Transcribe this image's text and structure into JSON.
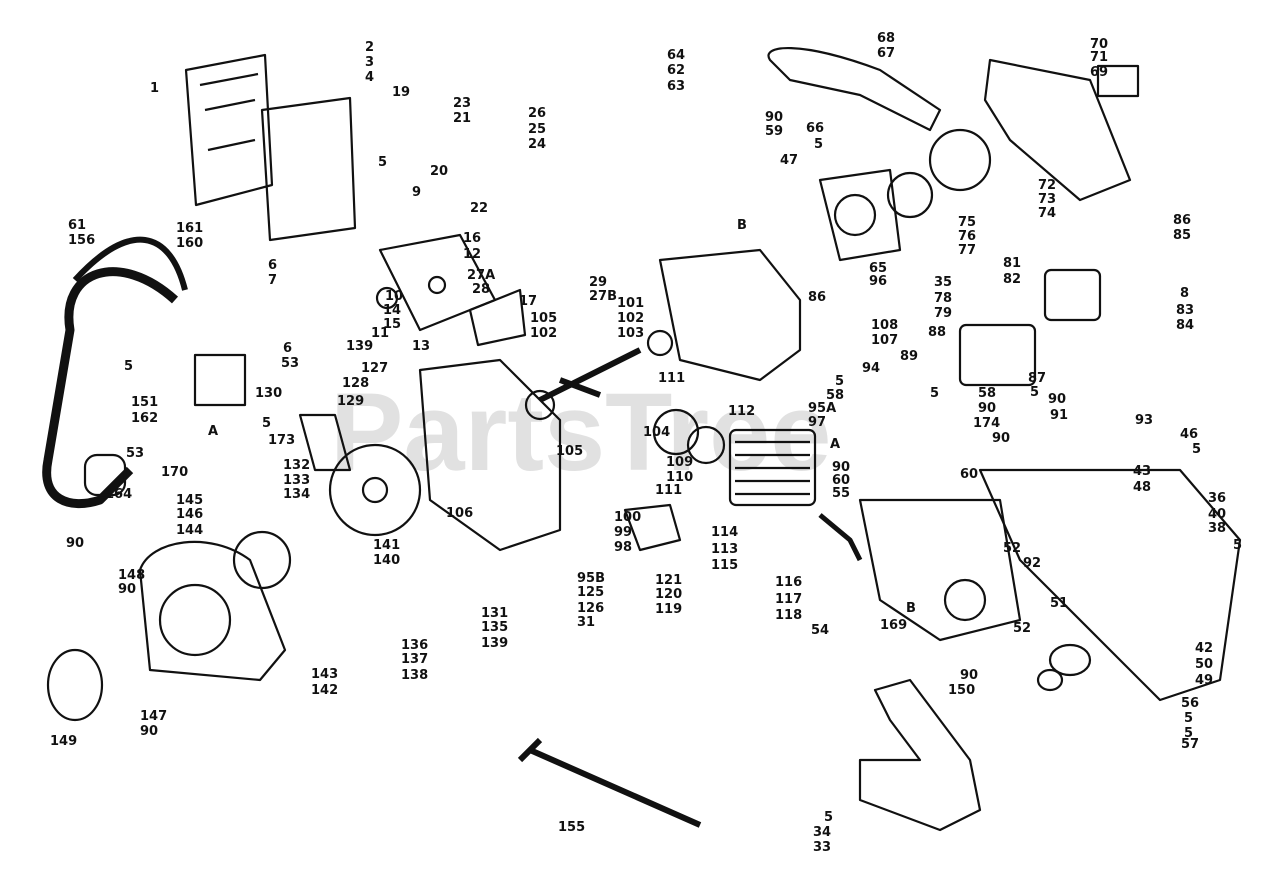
{
  "watermark": "PartsTree",
  "colors": {
    "ink": "#111111",
    "watermark": "#c9c9c9",
    "background": "#ffffff"
  },
  "labels": [
    "1",
    "2",
    "3",
    "4",
    "19",
    "23",
    "21",
    "26",
    "25",
    "24",
    "64",
    "62",
    "63",
    "68",
    "67",
    "70",
    "71",
    "69",
    "90",
    "59",
    "47",
    "66",
    "5",
    "72",
    "73",
    "74",
    "75",
    "76",
    "77",
    "5",
    "9",
    "20",
    "22",
    "161",
    "160",
    "61",
    "156",
    "16",
    "12",
    "6",
    "7",
    "10",
    "14",
    "15",
    "11",
    "139",
    "13",
    "17",
    "27A",
    "28",
    "29",
    "27B",
    "B",
    "65",
    "96",
    "35",
    "78",
    "79",
    "86",
    "85",
    "81",
    "82",
    "8",
    "83",
    "84",
    "101",
    "102",
    "103",
    "105",
    "102",
    "86",
    "108",
    "107",
    "88",
    "6",
    "53",
    "5",
    "127",
    "128",
    "130",
    "129",
    "5",
    "173",
    "A",
    "151",
    "162",
    "53",
    "170",
    "164",
    "90",
    "94",
    "89",
    "87",
    "5",
    "5",
    "58",
    "5",
    "58",
    "90",
    "174",
    "90",
    "90",
    "91",
    "93",
    "46",
    "5",
    "111",
    "112",
    "95A",
    "97",
    "104",
    "105",
    "109",
    "110",
    "111",
    "A",
    "90",
    "60",
    "60",
    "43",
    "48",
    "55",
    "36",
    "40",
    "38",
    "5",
    "106",
    "132",
    "133",
    "134",
    "145",
    "146",
    "144",
    "100",
    "99",
    "98",
    "114",
    "113",
    "115",
    "141",
    "140",
    "52",
    "92",
    "95B",
    "125",
    "126",
    "31",
    "121",
    "120",
    "119",
    "116",
    "117",
    "118",
    "54",
    "148",
    "90",
    "131",
    "135",
    "139",
    "136",
    "137",
    "138",
    "143",
    "142",
    "51",
    "52",
    "42",
    "50",
    "49",
    "169",
    "B",
    "90",
    "150",
    "56",
    "5",
    "5",
    "57",
    "147",
    "90",
    "149",
    "155",
    "5",
    "34",
    "33"
  ]
}
